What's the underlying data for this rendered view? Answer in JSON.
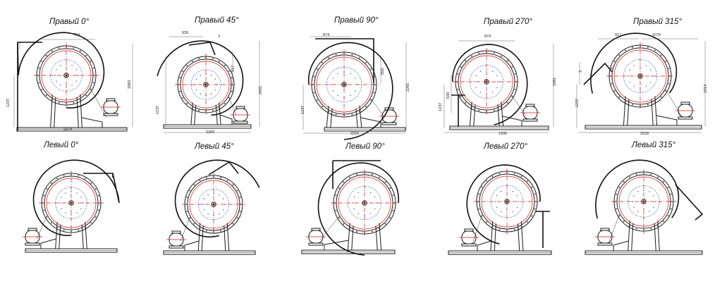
{
  "diagram": {
    "top_row": [
      {
        "id": "right-0",
        "caption": "Правый 0°",
        "dims": [
          "744",
          "1237",
          "1883",
          "2374"
        ]
      },
      {
        "id": "right-45",
        "caption": "Правый 45°",
        "dims": [
          "939",
          "3",
          "917",
          "1237",
          "2421",
          "2283"
        ]
      },
      {
        "id": "right-90",
        "caption": "Правый 90°",
        "dims": [
          "874",
          "650",
          "1237",
          "2265",
          "2215"
        ]
      },
      {
        "id": "right-270",
        "caption": "Правый 270°",
        "dims": [
          "874",
          "630",
          "1237",
          "1981",
          "1990"
        ]
      },
      {
        "id": "right-315",
        "caption": "Правый 315°",
        "dims": [
          "917",
          "1076",
          "3",
          "1237",
          "1914",
          "2528"
        ]
      }
    ],
    "bottom_row": [
      {
        "id": "left-0",
        "caption": "Левый 0°"
      },
      {
        "id": "left-45",
        "caption": "Левый 45°"
      },
      {
        "id": "left-90",
        "caption": "Левый 90°"
      },
      {
        "id": "left-270",
        "caption": "Левый 270°"
      },
      {
        "id": "left-315",
        "caption": "Левый 315°"
      }
    ]
  }
}
